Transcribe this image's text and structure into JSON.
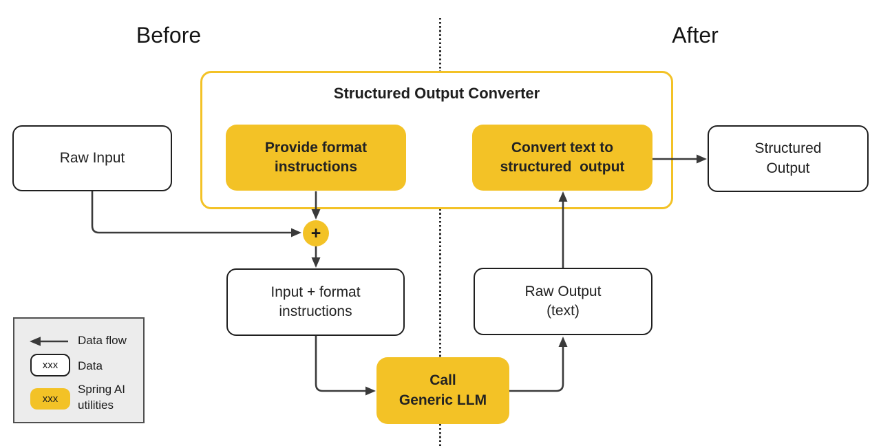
{
  "header": {
    "before_label": "Before",
    "after_label": "After"
  },
  "converter_group": {
    "title": "Structured Output Converter"
  },
  "nodes": {
    "raw_input": {
      "label": "Raw Input",
      "type": "data"
    },
    "provide_format": {
      "label": "Provide format\ninstructions",
      "type": "spring-ai-utility"
    },
    "convert_text": {
      "label": "Convert text to\nstructured  output",
      "type": "spring-ai-utility"
    },
    "structured_output": {
      "label": "Structured\nOutput",
      "type": "data"
    },
    "plus_junction": {
      "label": "+",
      "type": "junction"
    },
    "input_format": {
      "label": "Input + format\ninstructions",
      "type": "data"
    },
    "raw_output": {
      "label": "Raw Output\n(text)",
      "type": "data"
    },
    "call_llm": {
      "label": "Call\nGeneric LLM",
      "type": "spring-ai-utility"
    }
  },
  "flow": [
    {
      "from": "raw_input",
      "to": "plus_junction"
    },
    {
      "from": "provide_format",
      "to": "plus_junction"
    },
    {
      "from": "plus_junction",
      "to": "input_format"
    },
    {
      "from": "input_format",
      "to": "call_llm"
    },
    {
      "from": "call_llm",
      "to": "raw_output"
    },
    {
      "from": "raw_output",
      "to": "convert_text"
    },
    {
      "from": "convert_text",
      "to": "structured_output"
    }
  ],
  "legend": {
    "items": [
      {
        "swatch": "arrow",
        "label": "Data flow"
      },
      {
        "swatch": "data-box",
        "swatch_text": "xxx",
        "label": "Data"
      },
      {
        "swatch": "utility-box",
        "swatch_text": "xxx",
        "label": "Spring AI\nutilities"
      }
    ]
  },
  "colors": {
    "utility_yellow": "#F3C226",
    "line_dark": "#3A3A3A",
    "node_border": "#1F1F1F",
    "legend_bg": "#ECECEC",
    "legend_border": "#4F4F4F",
    "text": "#212121"
  }
}
